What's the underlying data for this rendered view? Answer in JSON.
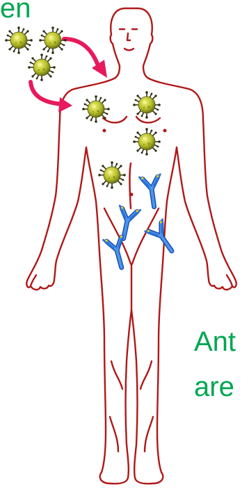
{
  "labels": {
    "top": "en",
    "side_line1": "Ant",
    "side_line2": "are"
  },
  "colors": {
    "label_green": "#00a651",
    "body_outline": "#b01818",
    "arrow": "#e8195c",
    "virus_fill": "#b7c12a",
    "virus_dark": "#6b6f10",
    "antibody_blue": "#2a73d8",
    "antibody_tip": "#ffd400"
  },
  "icons": {
    "virus": "virus-particle-icon",
    "antibody": "antibody-icon",
    "arrow": "curved-arrow-icon",
    "body": "human-body-outline"
  }
}
